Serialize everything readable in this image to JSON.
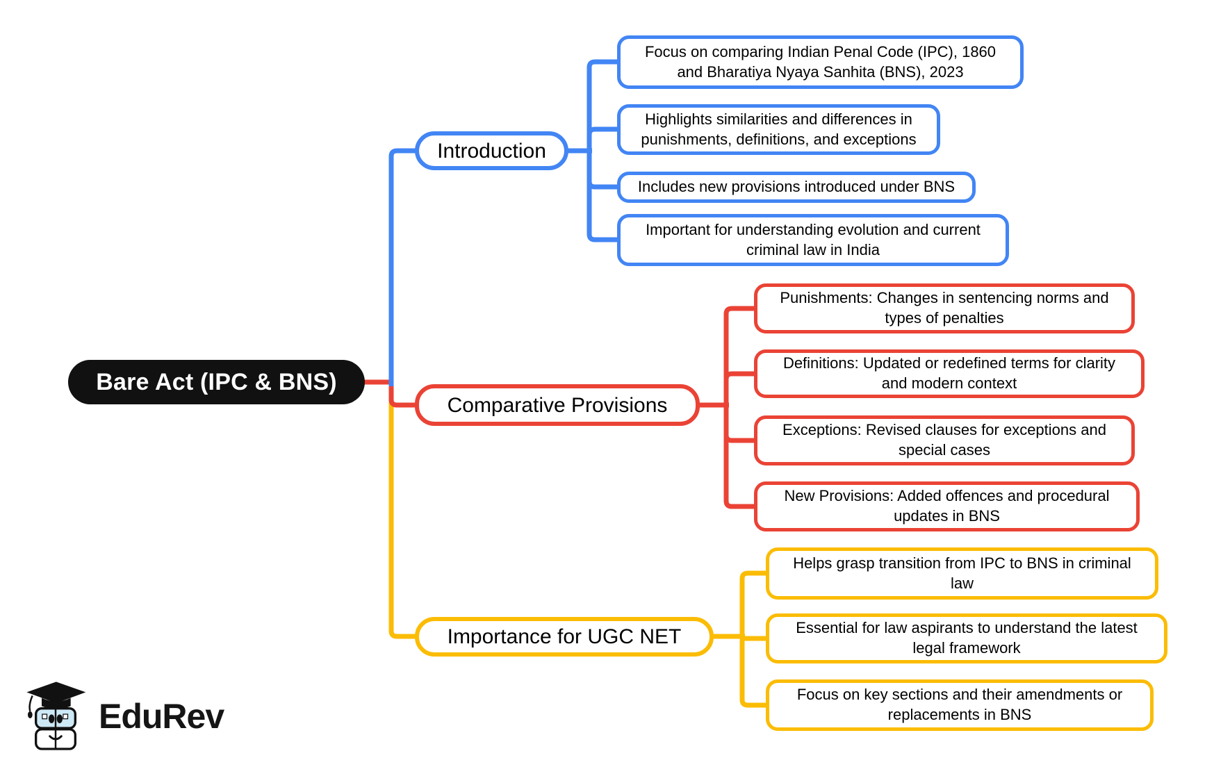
{
  "root": {
    "label": "Bare Act (IPC & BNS)"
  },
  "branches": [
    {
      "label": "Introduction",
      "color": "blue",
      "children": [
        "Focus on comparing Indian Penal Code (IPC), 1860 and Bharatiya Nyaya Sanhita (BNS), 2023",
        "Highlights similarities and differences in punishments, definitions, and exceptions",
        "Includes new provisions introduced under BNS",
        "Important for understanding evolution and current criminal law in India"
      ]
    },
    {
      "label": "Comparative Provisions",
      "color": "red",
      "children": [
        "Punishments: Changes in sentencing norms and types of penalties",
        "Definitions: Updated or redefined terms for clarity and modern context",
        "Exceptions: Revised clauses for exceptions and special cases",
        "New Provisions: Added offences and procedural updates in BNS"
      ]
    },
    {
      "label": "Importance for UGC NET",
      "color": "yellow",
      "children": [
        "Helps grasp transition from IPC to BNS in criminal law",
        "Essential for law aspirants to understand the latest legal framework",
        "Focus on key sections and their amendments or replacements in BNS"
      ]
    }
  ],
  "logo": {
    "brand": "EduRev",
    "icon": "edurev-mascot-icon"
  },
  "colors": {
    "blue": "#4285F4",
    "red": "#EA4335",
    "yellow": "#FBBC05",
    "root_bg": "#111111",
    "root_text": "#FFFFFF"
  }
}
